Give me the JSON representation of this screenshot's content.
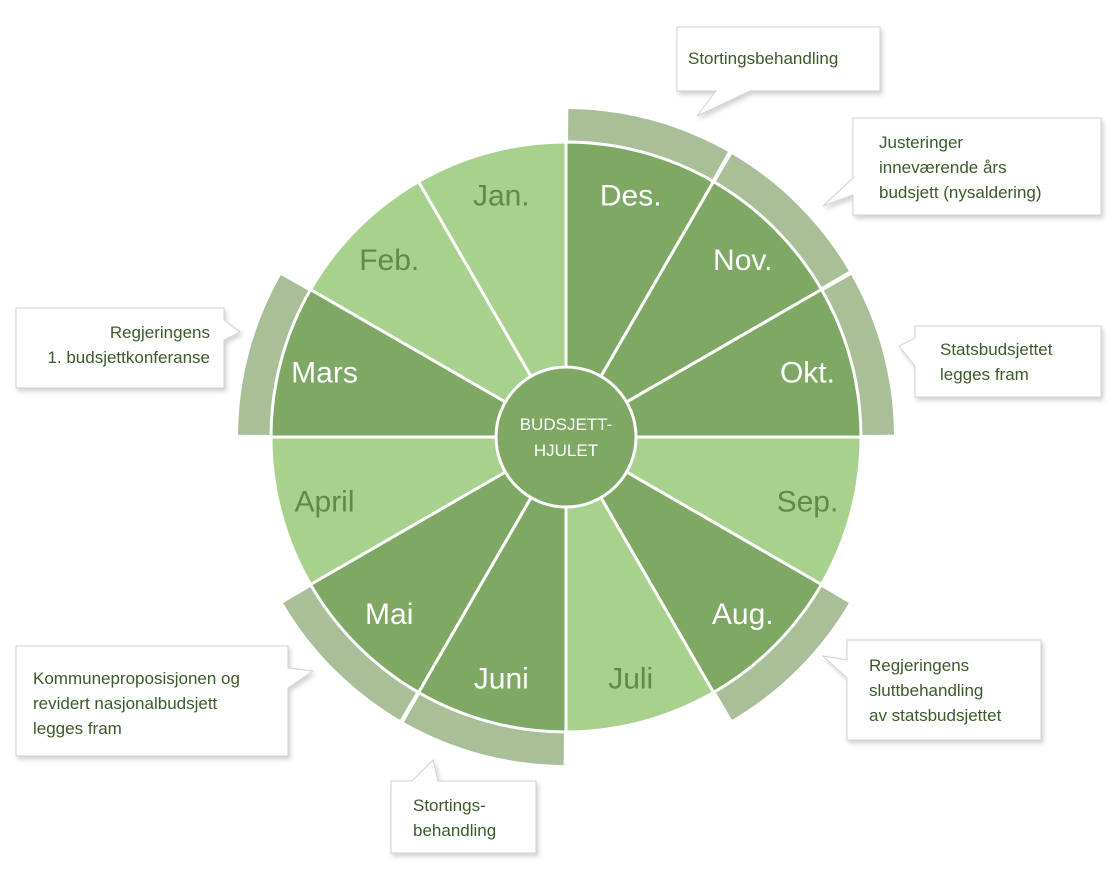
{
  "hub": {
    "line1": "BUDSJETT-",
    "line2": "HJULET"
  },
  "months": [
    {
      "id": "des",
      "label": "Des.",
      "shade": "dark"
    },
    {
      "id": "nov",
      "label": "Nov.",
      "shade": "dark"
    },
    {
      "id": "okt",
      "label": "Okt.",
      "shade": "dark"
    },
    {
      "id": "sep",
      "label": "Sep.",
      "shade": "light"
    },
    {
      "id": "aug",
      "label": "Aug.",
      "shade": "dark"
    },
    {
      "id": "juli",
      "label": "Juli",
      "shade": "light"
    },
    {
      "id": "juni",
      "label": "Juni",
      "shade": "dark"
    },
    {
      "id": "mai",
      "label": "Mai",
      "shade": "dark"
    },
    {
      "id": "april",
      "label": "April",
      "shade": "light"
    },
    {
      "id": "mars",
      "label": "Mars",
      "shade": "dark"
    },
    {
      "id": "feb",
      "label": "Feb.",
      "shade": "light"
    },
    {
      "id": "jan",
      "label": "Jan.",
      "shade": "light"
    }
  ],
  "callouts": {
    "stortingsbehandling": {
      "lines": [
        "Stortingsbehandling"
      ]
    },
    "justeringer": {
      "lines": [
        "Justeringer",
        "inneværende års",
        "budsjett (nysaldering)"
      ]
    },
    "statsbudsjettet": {
      "lines": [
        "Statsbudsjettet",
        "legges fram"
      ]
    },
    "regjeringens_konferanse": {
      "lines": [
        "Regjeringens",
        "1. budsjettkonferanse"
      ]
    },
    "kommuneproposisjonen": {
      "lines": [
        "Kommuneproposisjonen og",
        "revidert nasjonalbudsjett",
        "legges fram"
      ]
    },
    "stortings_juni": {
      "lines": [
        "Stortings-",
        "behandling"
      ]
    },
    "sluttbehandling": {
      "lines": [
        "Regjeringens",
        "sluttbehandling",
        "av statsbudsjettet"
      ]
    }
  },
  "colors": {
    "dark_segment": "#7ea864",
    "light_segment": "#a9d18e",
    "outer_band": "#a9bf98",
    "label_on_dark": "#ffffff",
    "label_on_light": "#5f8a47",
    "callout_text": "#3b5a2a"
  }
}
